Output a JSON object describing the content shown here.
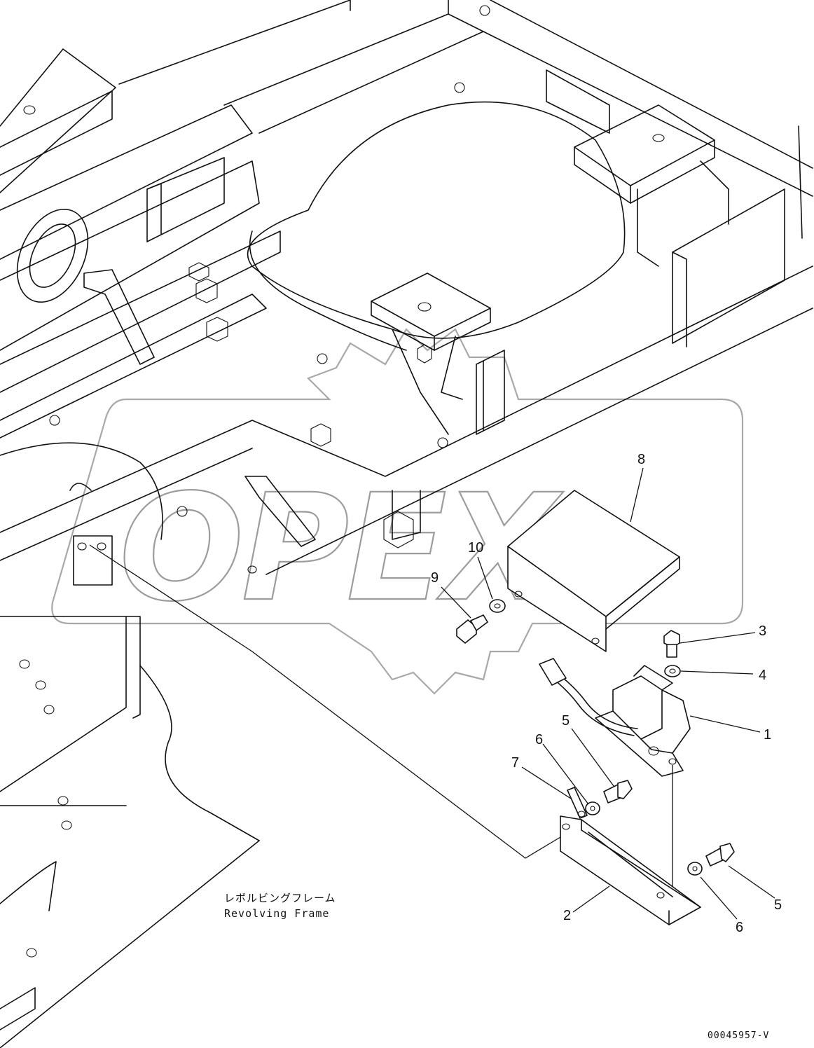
{
  "diagram": {
    "frame_label_jp": "レボルビングフレーム",
    "frame_label_en": "Revolving Frame",
    "drawing_code": "00045957-V",
    "watermark_text": "OPEX",
    "callouts": [
      {
        "id": "c1",
        "text": "1"
      },
      {
        "id": "c2",
        "text": "2"
      },
      {
        "id": "c3",
        "text": "3"
      },
      {
        "id": "c4",
        "text": "4"
      },
      {
        "id": "c5a",
        "text": "5"
      },
      {
        "id": "c5b",
        "text": "5"
      },
      {
        "id": "c6a",
        "text": "6"
      },
      {
        "id": "c6b",
        "text": "6"
      },
      {
        "id": "c7",
        "text": "7"
      },
      {
        "id": "c8",
        "text": "8"
      },
      {
        "id": "c9",
        "text": "9"
      },
      {
        "id": "c10",
        "text": "10"
      }
    ]
  }
}
